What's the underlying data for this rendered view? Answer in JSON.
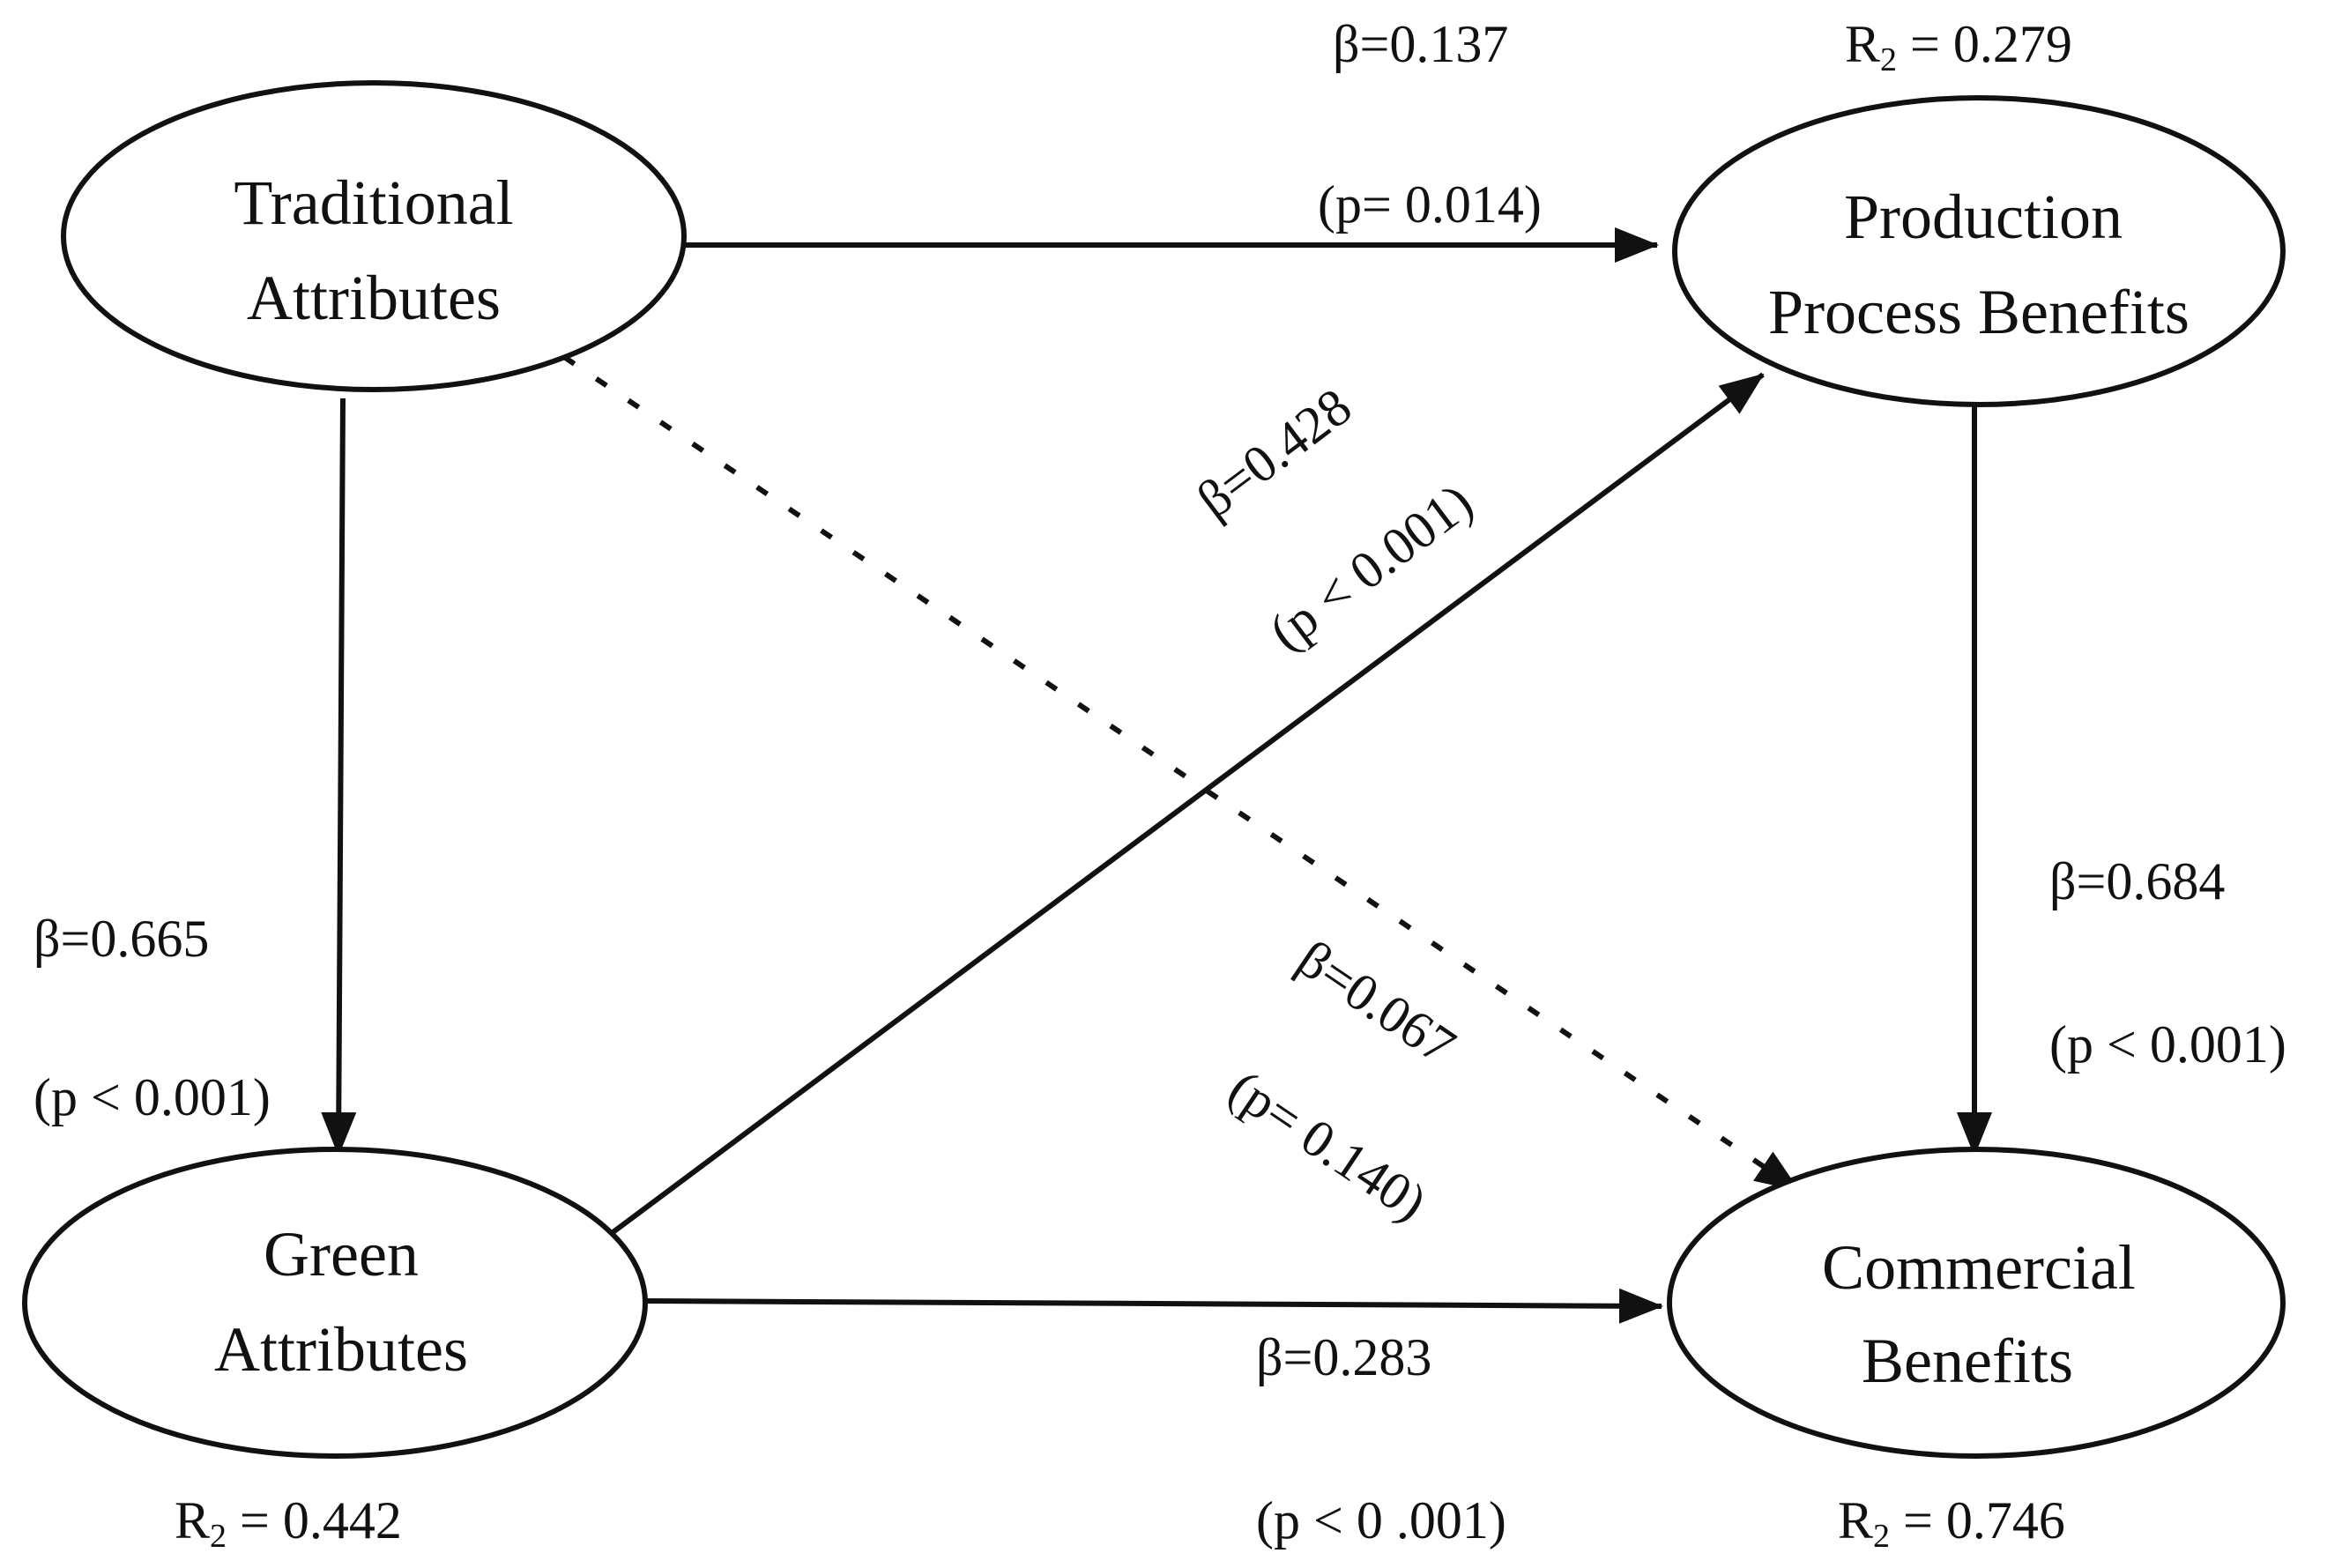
{
  "nodes": {
    "traditional": {
      "line1": "Traditional",
      "line2": "Attributes"
    },
    "production": {
      "line1": "Production",
      "line2": "Process Benefits"
    },
    "green": {
      "line1": "Green",
      "line2": "Attributes"
    },
    "commercial": {
      "line1": "Commercial",
      "line2": "Benefits"
    }
  },
  "r_squared": {
    "production": {
      "label": "R",
      "sub": "2",
      "value": " = 0.279"
    },
    "green": {
      "label": "R",
      "sub": "2",
      "value": " = 0.442"
    },
    "commercial": {
      "label": "R",
      "sub": "2",
      "value": " = 0.746"
    }
  },
  "paths": {
    "trad_to_prod": {
      "beta": "β=0.137",
      "p": "(p= 0.014)",
      "significant": true
    },
    "green_to_prod": {
      "beta": "β=0.428",
      "p": "(p < 0.001)",
      "significant": true
    },
    "trad_to_green": {
      "beta": "β=0.665",
      "p": "(p < 0.001)",
      "significant": true
    },
    "prod_to_comm": {
      "beta": "β=0.684",
      "p": "(p < 0.001)",
      "significant": true
    },
    "trad_to_comm": {
      "beta": "β=0.067",
      "p": "(p=  0.140)",
      "significant": false
    },
    "green_to_comm": {
      "beta": "β=0.283",
      "p": "(p < 0 .001)",
      "significant": true
    }
  },
  "colors": {
    "stroke": "#111111",
    "background": "#ffffff"
  }
}
